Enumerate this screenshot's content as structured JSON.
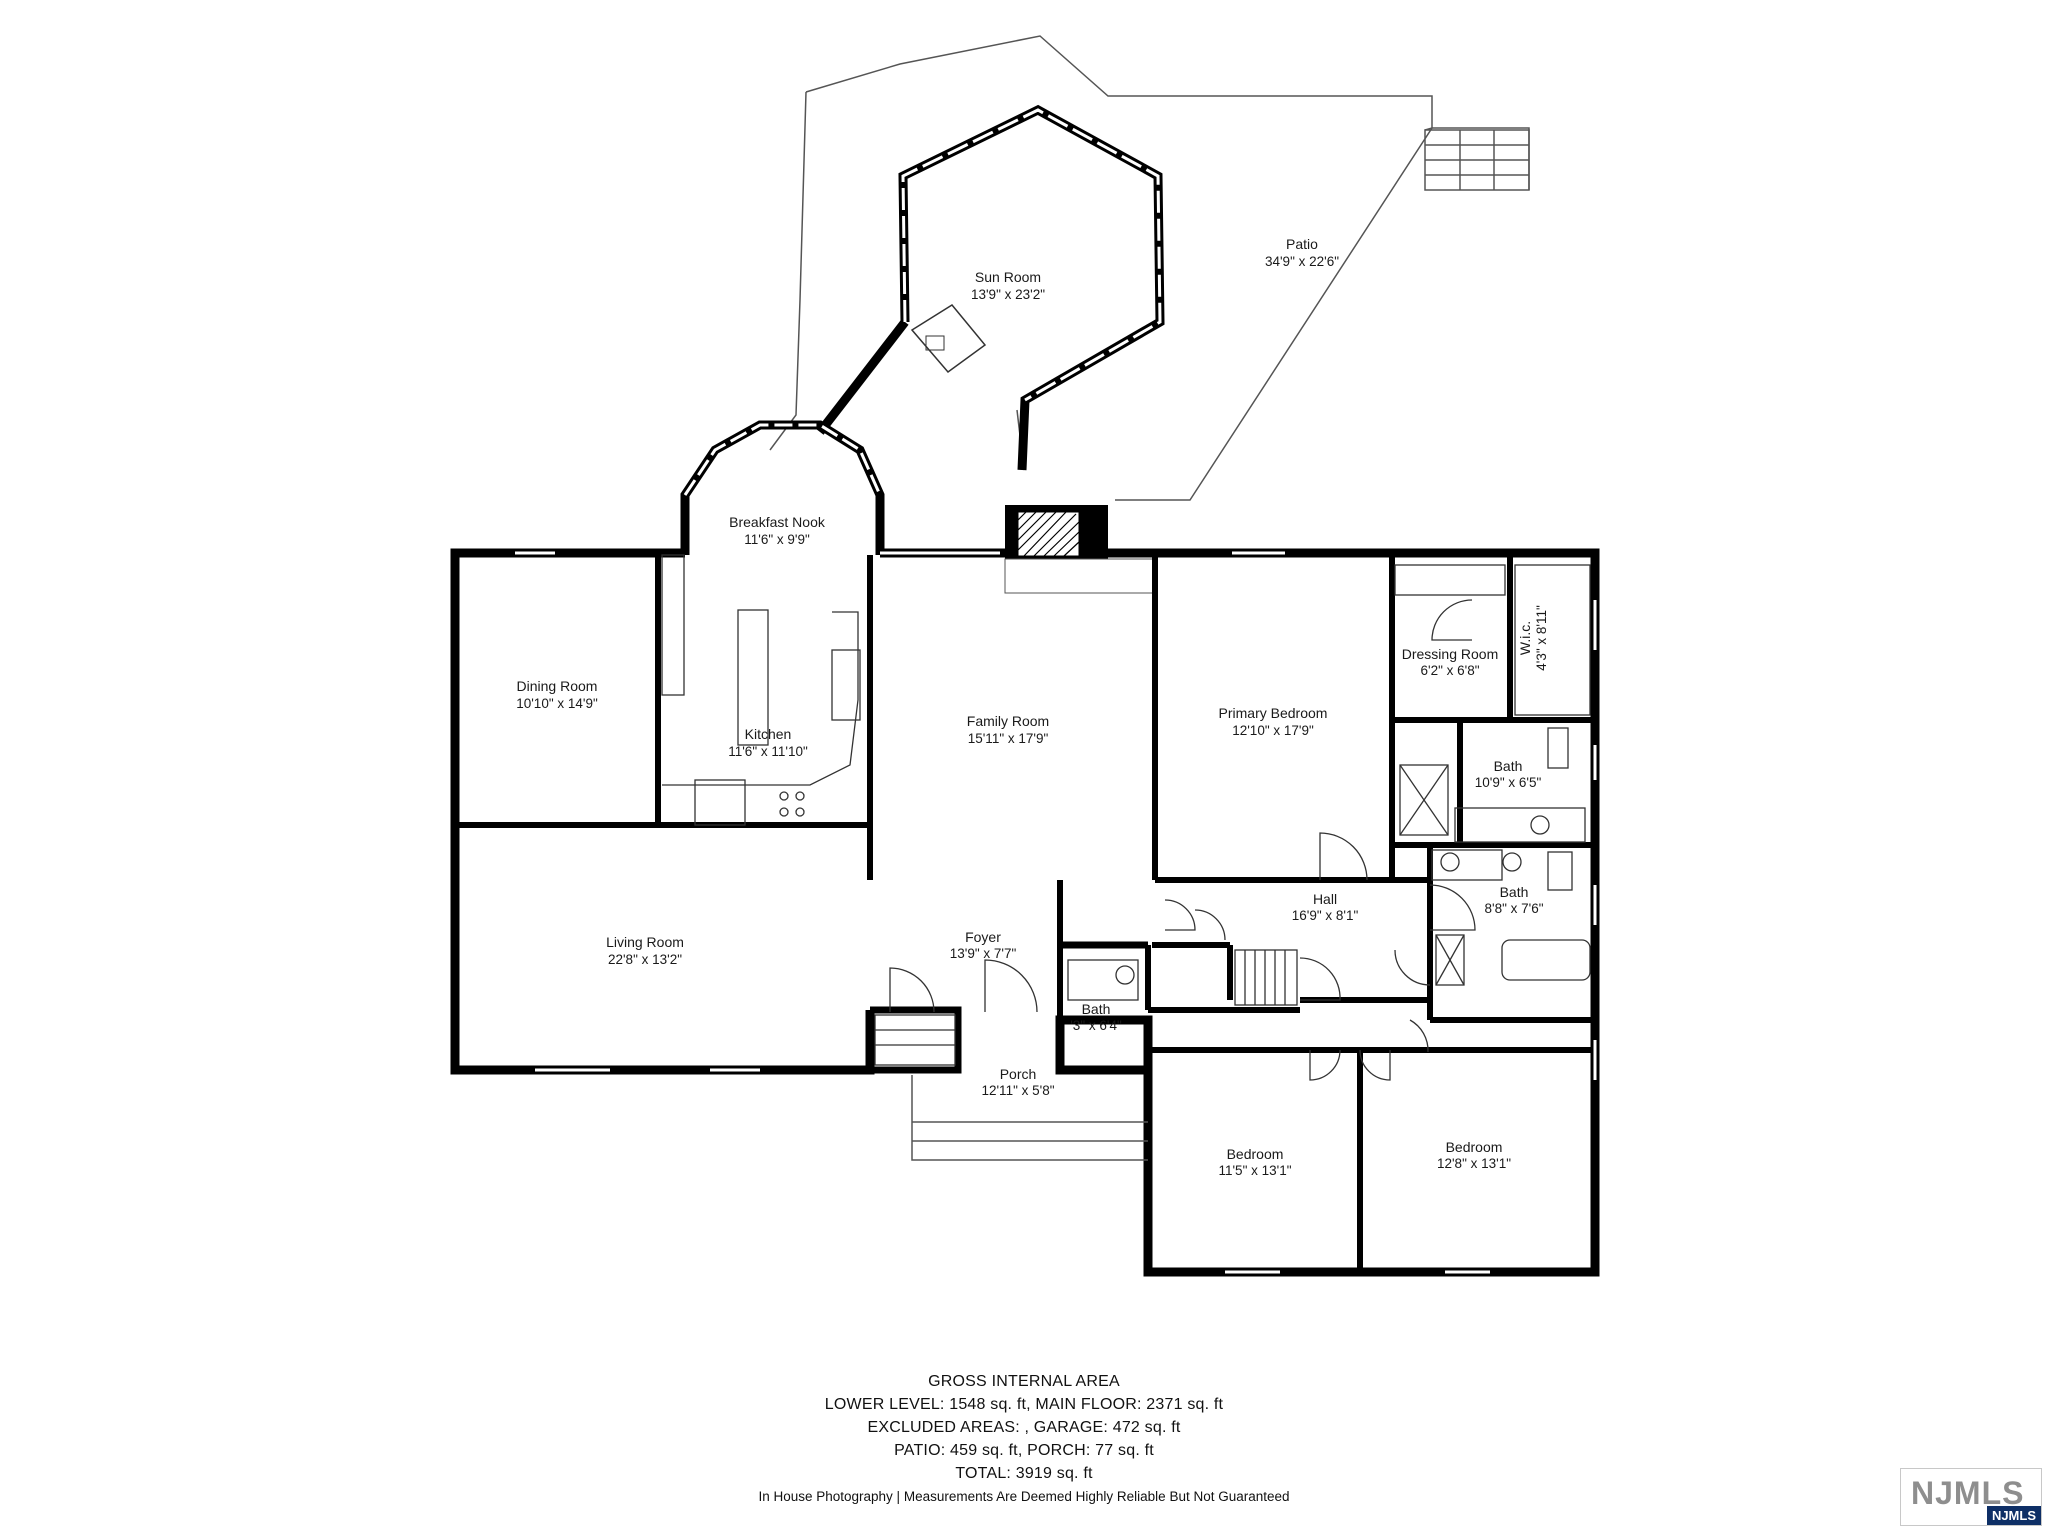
{
  "rooms": {
    "sun_room": {
      "name": "Sun Room",
      "dim": "13'9\" x 23'2\""
    },
    "patio": {
      "name": "Patio",
      "dim": "34'9\" x 22'6\""
    },
    "breakfast_nook": {
      "name": "Breakfast Nook",
      "dim": "11'6\" x 9'9\""
    },
    "dining_room": {
      "name": "Dining Room",
      "dim": "10'10\" x 14'9\""
    },
    "kitchen": {
      "name": "Kitchen",
      "dim": "11'6\" x 11'10\""
    },
    "family_room": {
      "name": "Family Room",
      "dim": "15'11\" x 17'9\""
    },
    "primary_bedroom": {
      "name": "Primary Bedroom",
      "dim": "12'10\" x 17'9\""
    },
    "dressing_room": {
      "name": "Dressing Room",
      "dim": "6'2\" x 6'8\""
    },
    "wic": {
      "name": "W.i.c.",
      "dim": "4'3\" x 8'11\""
    },
    "bath_primary": {
      "name": "Bath",
      "dim": "10'9\" x 6'5\""
    },
    "living_room": {
      "name": "Living Room",
      "dim": "22'8\" x 13'2\""
    },
    "foyer": {
      "name": "Foyer",
      "dim": "13'9\" x 7'7\""
    },
    "hall": {
      "name": "Hall",
      "dim": "16'9\" x 8'1\""
    },
    "bath_hall": {
      "name": "Bath",
      "dim": "8'8\" x 7'6\""
    },
    "bath_half": {
      "name": "Bath",
      "dim": "'3\" x 6'4\""
    },
    "porch": {
      "name": "Porch",
      "dim": "12'11\" x 5'8\""
    },
    "bedroom_2": {
      "name": "Bedroom",
      "dim": "11'5\" x 13'1\""
    },
    "bedroom_3": {
      "name": "Bedroom",
      "dim": "12'8\" x 13'1\""
    }
  },
  "footer": {
    "title": "GROSS INTERNAL AREA",
    "line1": "LOWER LEVEL: 1548 sq. ft, MAIN FLOOR: 2371 sq. ft",
    "line2": "EXCLUDED AREAS: , GARAGE: 472 sq. ft",
    "line3": "PATIO: 459 sq. ft, PORCH: 77 sq. ft",
    "line4": "TOTAL: 3919 sq. ft",
    "disclaimer": "In House Photography | Measurements Are Deemed Highly Reliable But Not Guaranteed"
  },
  "badge": {
    "logo": "NJMLS",
    "tag": "NJMLS"
  },
  "colors": {
    "wall": "#000000",
    "outline": "#555555",
    "badge_blue": "#0e2f66"
  }
}
